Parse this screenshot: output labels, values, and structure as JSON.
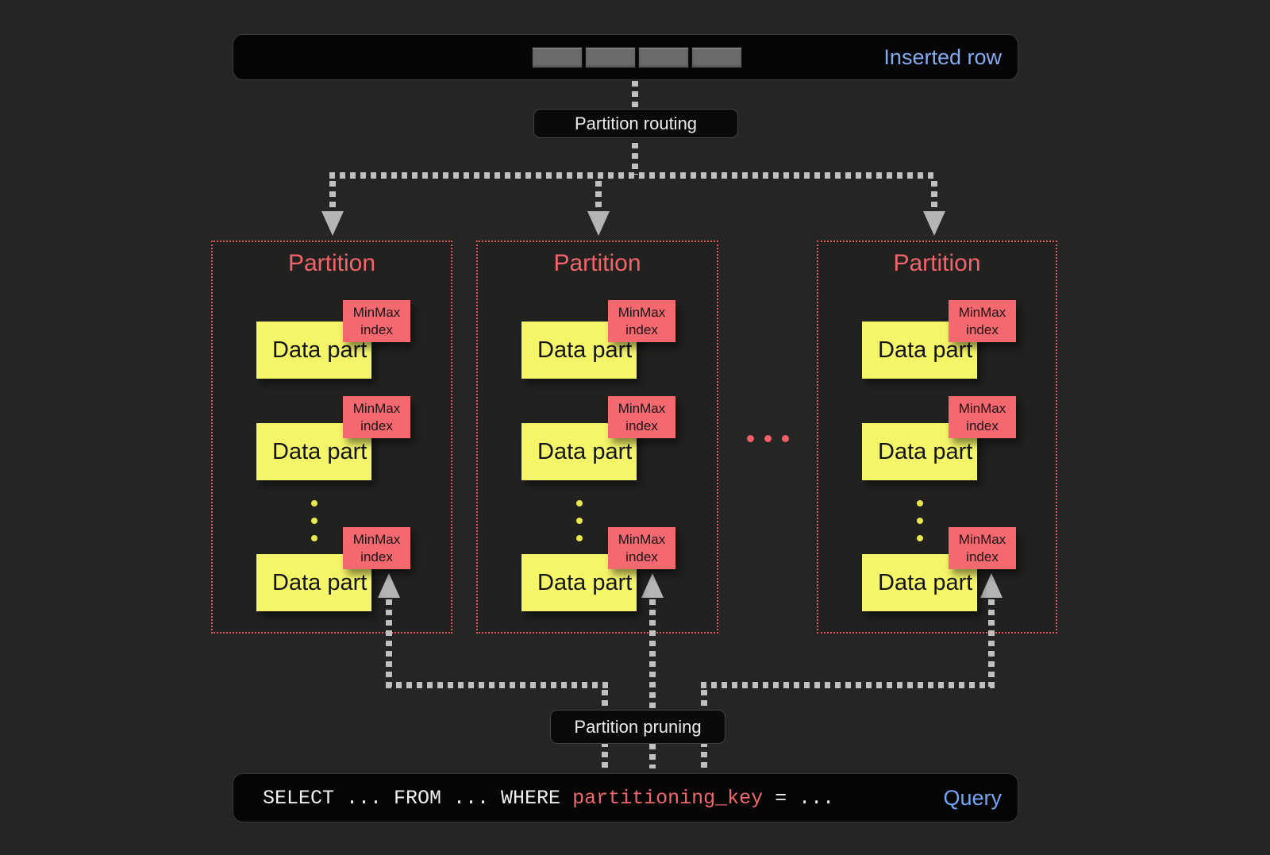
{
  "colors": {
    "background": "#252523",
    "panel_black": "#050506",
    "partition_red": "#f2646b",
    "partition_border_red": "#e05a61",
    "data_part_yellow": "#f5f56a",
    "minmax_tag_red": "#f4686f",
    "inserted_row_blue": "#84abf0",
    "query_blue": "#74a5f4",
    "query_key_red": "#ef666d",
    "connector_gray": "#c0c0c0"
  },
  "inserted_row": {
    "label": "Inserted row",
    "cell_count": 4
  },
  "labels": {
    "routing": "Partition routing",
    "pruning": "Partition pruning"
  },
  "partitions": [
    {
      "title": "Partition",
      "parts": [
        {
          "label": "Data part",
          "tag": "MinMax index"
        },
        {
          "label": "Data part",
          "tag": "MinMax index"
        },
        {
          "label": "Data part",
          "tag": "MinMax index"
        }
      ]
    },
    {
      "title": "Partition",
      "parts": [
        {
          "label": "Data part",
          "tag": "MinMax index"
        },
        {
          "label": "Data part",
          "tag": "MinMax index"
        },
        {
          "label": "Data part",
          "tag": "MinMax index"
        }
      ]
    },
    {
      "title": "Partition",
      "parts": [
        {
          "label": "Data part",
          "tag": "MinMax index"
        },
        {
          "label": "Data part",
          "tag": "MinMax index"
        },
        {
          "label": "Data part",
          "tag": "MinMax index"
        }
      ]
    }
  ],
  "query": {
    "before": "SELECT ... FROM ... WHERE ",
    "key": "partitioning_key",
    "after": " = ...",
    "label": "Query"
  }
}
